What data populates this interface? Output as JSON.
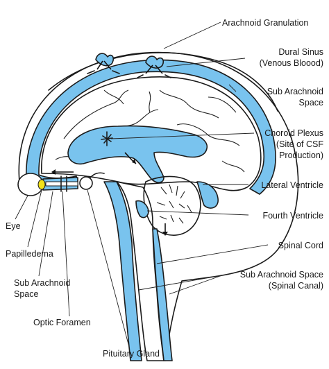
{
  "labels": {
    "arachnoid_granulation": "Arachnoid Granulation",
    "dural_sinus_1": "Dural Sinus",
    "dural_sinus_2": "(Venous Bloood)",
    "sub_arachnoid_1": "Sub Arachnoid",
    "sub_arachnoid_2": "Space",
    "choroid_plexus_1": "Choroid Plexus",
    "choroid_plexus_2": "(Site of CSF",
    "choroid_plexus_3": "Production)",
    "lateral_ventricle": "Lateral Ventricle",
    "fourth_ventricle": "Fourth Ventricle",
    "spinal_cord": "Spinal Cord",
    "spinal_sas_1": "Sub Arachnoid Space",
    "spinal_sas_2": "(Spinal Canal)",
    "eye": "Eye",
    "papilledema": "Papilledema",
    "optic_sas_1": "Sub Arachnoid",
    "optic_sas_2": "Space",
    "optic_foramen": "Optic Foramen",
    "pituitary_gland": "Pituitary Gland"
  },
  "colors": {
    "csf_blue": "#79c3ee",
    "papilledema_yellow": "#f2e21a",
    "outline": "#1b1b1b"
  }
}
